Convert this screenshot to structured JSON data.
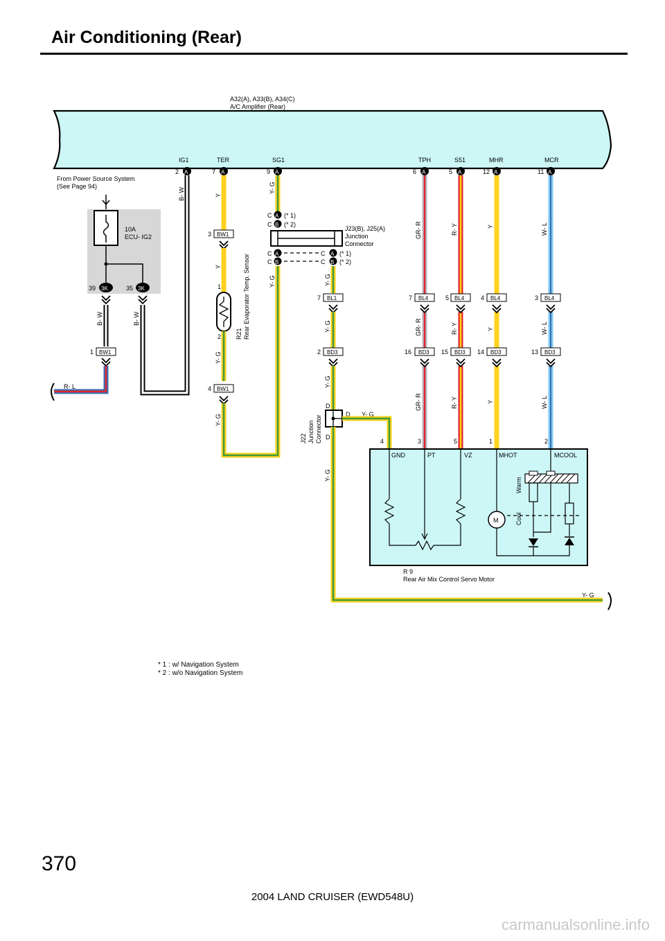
{
  "title": "Air Conditioning (Rear)",
  "page_number": "370",
  "footer": "2004 LAND CRUISER (EWD548U)",
  "watermark": "carmanualsonline.info",
  "notes": [
    "* 1 : w/ Navigation System",
    "* 2 : w/o Navigation System"
  ],
  "amplifier": {
    "ids": "A32(A), A33(B), A34(C)",
    "name": "A/C Amplifier (Rear)",
    "terminals": [
      {
        "name": "IG1",
        "pin": "2",
        "conn": "A"
      },
      {
        "name": "TER",
        "pin": "7",
        "conn": "A"
      },
      {
        "name": "SG1",
        "pin": "9",
        "conn": "A"
      },
      {
        "name": "TPH",
        "pin": "6",
        "conn": "A"
      },
      {
        "name": "S51",
        "pin": "5",
        "conn": "A"
      },
      {
        "name": "MHR",
        "pin": "12",
        "conn": "A"
      },
      {
        "name": "MCR",
        "pin": "11",
        "conn": "A"
      }
    ]
  },
  "power": {
    "from_line1": "From Power Source System",
    "from_line2": "(See Page 94)",
    "fuse_amp": "10A",
    "fuse_name": "ECU- IG2",
    "conn_left_pin": "39",
    "conn_right_pin": "35",
    "conn_name": "3K",
    "bw1_pin": "1",
    "bw1_name": "BW1"
  },
  "wires": {
    "bw": "B- W",
    "rl": "R- L",
    "y": "Y",
    "yg": "Y- G",
    "grr": "GR- R",
    "ry": "R- Y",
    "wl": "W- L"
  },
  "sensor": {
    "conn_top_pin": "3",
    "conn_top": "BW1",
    "pin1": "1",
    "pin2": "2",
    "label1": "R21",
    "label2": "Rear Evaporator Temp. Sensor",
    "conn_bottom_pin": "4",
    "conn_bottom": "BW1"
  },
  "j23": {
    "line1": "J23(B), J25(A)",
    "line2": "Junction",
    "line3": "Connector",
    "c": "C",
    "a": "A",
    "b": "B",
    "note1": "(* 1)",
    "note2": "(* 2)"
  },
  "j22": {
    "line1": "J22",
    "line2": "Junction",
    "line3": "Connector",
    "d": "D"
  },
  "mid_connectors": [
    {
      "pin": "7",
      "name": "BL1"
    },
    {
      "pin": "7",
      "name": "BL4"
    },
    {
      "pin": "5",
      "name": "BL4"
    },
    {
      "pin": "4",
      "name": "BL4"
    },
    {
      "pin": "3",
      "name": "BL4"
    }
  ],
  "low_connectors": [
    {
      "pin": "2",
      "name": "BD3"
    },
    {
      "pin": "16",
      "name": "BD3"
    },
    {
      "pin": "15",
      "name": "BD3"
    },
    {
      "pin": "14",
      "name": "BD3"
    },
    {
      "pin": "13",
      "name": "BD3"
    }
  ],
  "servo": {
    "pins": [
      "4",
      "3",
      "5",
      "1",
      "2"
    ],
    "terminals": [
      "GND",
      "PT",
      "VZ",
      "MHOT",
      "MCOOL"
    ],
    "warm": "Warm",
    "cool": "Cool",
    "motor": "M",
    "id": "R 9",
    "name": "Rear Air Mix Control Servo Motor"
  },
  "colors": {
    "panel": "#cdf7f7",
    "yellow": "#ffd21e",
    "green": "#3f9a3c",
    "red": "#e0262b",
    "blue": "#3a6fb5",
    "lightblue": "#7fc8ef",
    "grey": "#b9b9c6",
    "gray_box": "#d7d7d7"
  }
}
